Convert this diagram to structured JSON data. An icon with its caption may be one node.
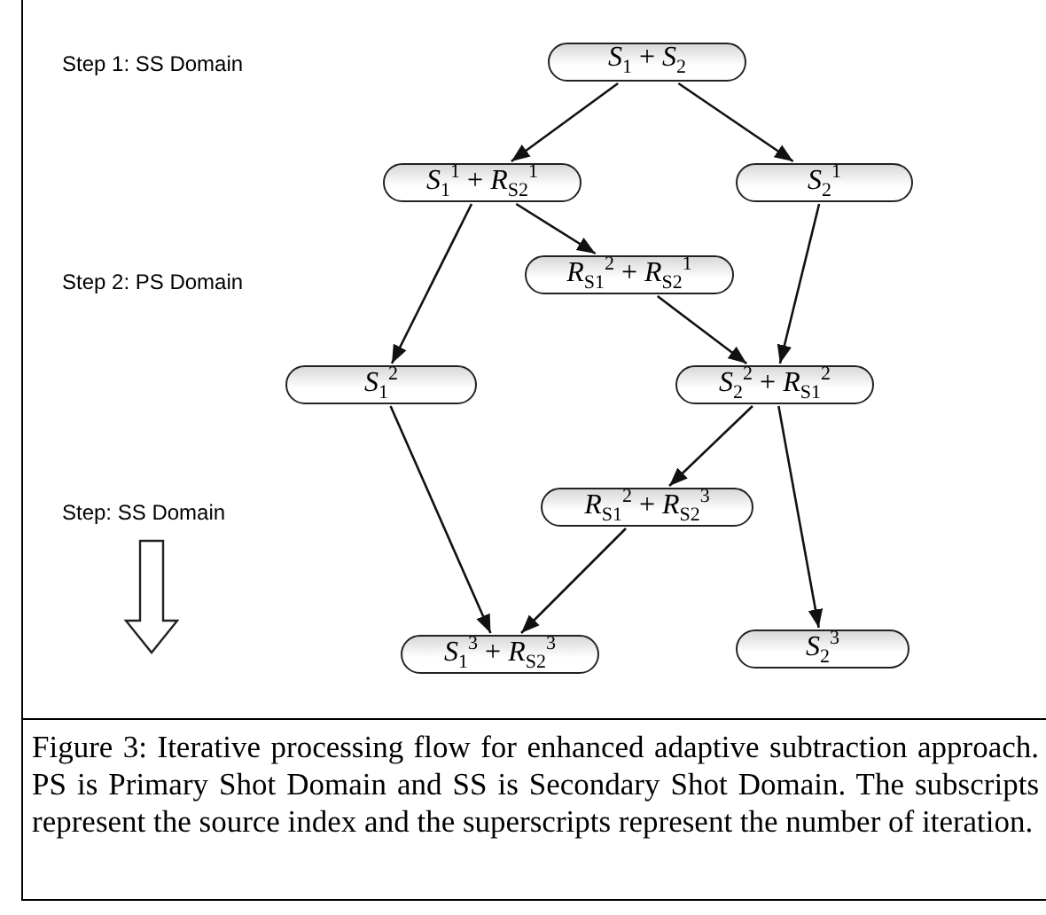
{
  "diagram": {
    "caption": "Figure 3:  Iterative processing flow for enhanced adaptive subtraction approach.  PS is Primary Shot Domain and SS is Secondary Shot Domain. The subscripts represent the source index and the superscripts represent the number of iteration.",
    "nodes": [
      {
        "text": [
          "*S*$_{1}$ + *S*$_{2}$"
        ]
      },
      {
        "text": [
          "*S*$_{1}$$^{1}$ + *R*$_{S2}$$^{1}$"
        ]
      },
      {
        "text": [
          "*S*$_{2}$$^{1}$"
        ]
      },
      {
        "text": [
          "*R*$_{S1}$$^{2}$ + *R*$_{S2}$$^{1}$"
        ]
      },
      {
        "text": [
          "*S*$_{1}$$^{2}$"
        ]
      },
      {
        "text": [
          "*S*$_{2}$$^{2}$ + *R*$_{S1}$$^{2}$"
        ]
      },
      {
        "text": [
          "*R*$_{S1}$$^{2}$ + *R*$_{S2}$$^{3}$"
        ]
      },
      {
        "text": [
          "*S*$_{1}$$^{3}$ + *R*$_{S2}$$^{3}$"
        ]
      },
      {
        "text": [
          "*S*$_{2}$$^{3}$"
        ]
      }
    ],
    "edges": [
      {
        "from": 0,
        "to": 1,
        "arrow": "to"
      },
      {
        "from": 0,
        "to": 2,
        "arrow": "to"
      },
      {
        "from": 1,
        "to": 3,
        "arrow": "to"
      },
      {
        "from": 1,
        "to": 4,
        "arrow": "to"
      },
      {
        "from": 2,
        "to": 5,
        "arrow": "to"
      },
      {
        "from": 3,
        "to": 5,
        "arrow": "to"
      },
      {
        "from": 5,
        "to": 6,
        "arrow": "to"
      },
      {
        "from": 5,
        "to": 8,
        "arrow": "to"
      },
      {
        "from": 4,
        "to": 7,
        "arrow": "to"
      },
      {
        "from": 6,
        "to": 7,
        "arrow": "to"
      }
    ],
    "labels": [
      "Step 1: SS Domain",
      "Step 2: PS Domain",
      "Step: SS Domain"
    ]
  }
}
